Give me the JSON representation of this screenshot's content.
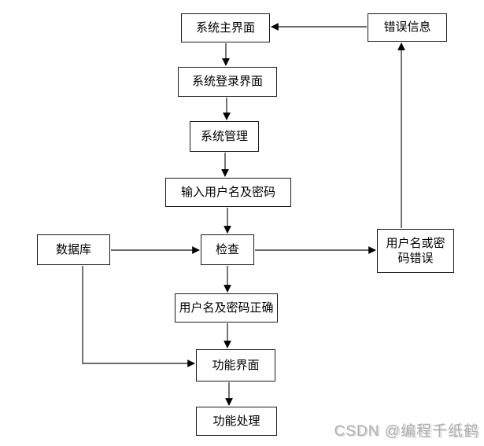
{
  "diagram": {
    "nodes": [
      {
        "id": "main-interface",
        "label": "系统主界面"
      },
      {
        "id": "error-message",
        "label": "错误信息"
      },
      {
        "id": "login-interface",
        "label": "系统登录界面"
      },
      {
        "id": "system-management",
        "label": "系统管理"
      },
      {
        "id": "input-credentials",
        "label": "输入用户名及密码"
      },
      {
        "id": "database",
        "label": "数据库"
      },
      {
        "id": "check",
        "label": "检查"
      },
      {
        "id": "wrong-credentials",
        "label": "用户名或密​码错误"
      },
      {
        "id": "correct-credentials",
        "label": "用户名及密码正确"
      },
      {
        "id": "function-interface",
        "label": "功能界面"
      },
      {
        "id": "function-processing",
        "label": "功能处理"
      }
    ],
    "edges": [
      {
        "from": "main-interface",
        "to": "login-interface"
      },
      {
        "from": "login-interface",
        "to": "system-management"
      },
      {
        "from": "system-management",
        "to": "input-credentials"
      },
      {
        "from": "input-credentials",
        "to": "check"
      },
      {
        "from": "database",
        "to": "check"
      },
      {
        "from": "check",
        "to": "wrong-credentials"
      },
      {
        "from": "wrong-credentials",
        "to": "error-message"
      },
      {
        "from": "error-message",
        "to": "main-interface"
      },
      {
        "from": "check",
        "to": "correct-credentials"
      },
      {
        "from": "correct-credentials",
        "to": "function-interface"
      },
      {
        "from": "database",
        "to": "function-interface"
      },
      {
        "from": "function-interface",
        "to": "function-processing"
      }
    ],
    "colors": {
      "background": "#ffffff",
      "node_border": "#1a1a1a",
      "edge_line": "#3a3a3a",
      "arrowhead": "#000000",
      "watermark": "#aeaeae"
    }
  },
  "watermark": {
    "text": "CSDN @编程千纸鹤"
  }
}
